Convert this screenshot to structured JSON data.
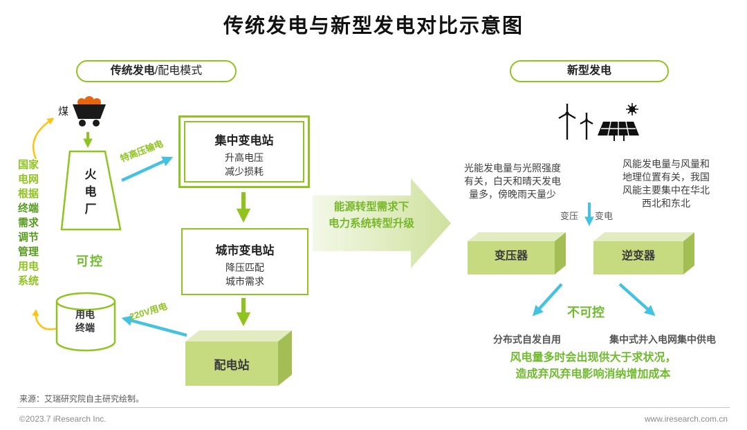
{
  "title": "传统发电与新型发电对比示意图",
  "traditional": {
    "pill_bold": "传统发电",
    "pill_rest": "/配电模式",
    "coal": "煤",
    "grid1": "国家\n电网\n根据",
    "grid2": "终端\n需求\n调节\n管理",
    "grid3": "用电\n系统",
    "plant": "火\n电\n厂",
    "uhv": "特高压输电",
    "central_title": "集中变电站",
    "central_body": "升高电压\n减少损耗",
    "city_title": "城市变电站",
    "city_body": "降压匹配\n城市需求",
    "distribution": "配电站",
    "controllable": "可控",
    "terminal": "用电\n终端",
    "v220": "220V用电"
  },
  "transition": "能源转型需求下\n电力系统转型升级",
  "modern": {
    "pill": "新型发电",
    "solar_note": "光能发电量与光照强度\n有关，白天和晴天发电\n量多，傍晚雨天量少",
    "wind_note": "风能发电量与风量和\n地理位置有关，我国\n风能主要集中在华北\n西北和东北",
    "bianya": "变压",
    "biandian": "变电",
    "transformer": "变压器",
    "inverter": "逆变器",
    "uncontrollable": "不可控",
    "distributed": "分布式自发自用",
    "centralized": "集中式并入电网集中供电",
    "warning": "风电量多时会出现供大于求状况，\n造成弃风弃电影响消纳增加成本"
  },
  "footer": {
    "source": "来源：艾瑞研究院自主研究绘制。",
    "copyright": "©2023.7 iResearch Inc.",
    "website": "www.iresearch.com.cn"
  },
  "colors": {
    "green": "#8FC31F",
    "dark_green_text": "#6FBA2C",
    "cyan": "#45C2E0",
    "yellow": "#FFC20E",
    "box_front": "#C6DB80",
    "box_top": "#E2ECC0",
    "box_side": "#A3BE55"
  }
}
